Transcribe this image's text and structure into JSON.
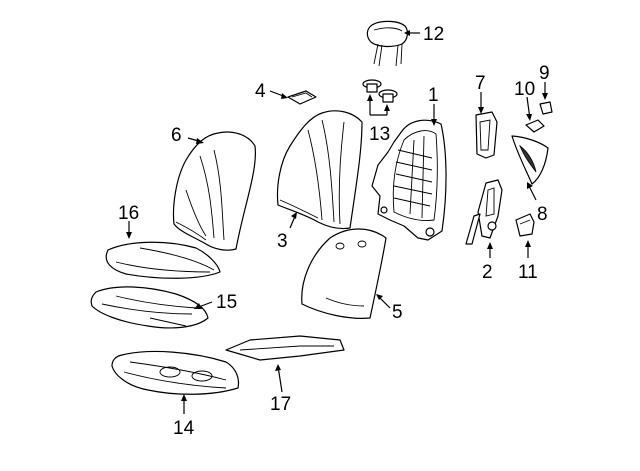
{
  "diagram": {
    "title": "Seat components exploded view",
    "callouts": [
      "1",
      "2",
      "3",
      "4",
      "5",
      "6",
      "7",
      "8",
      "9",
      "10",
      "11",
      "12",
      "13",
      "14",
      "15",
      "16",
      "17"
    ]
  },
  "colors": {
    "ink": "#000000",
    "paper": "#ffffff"
  }
}
